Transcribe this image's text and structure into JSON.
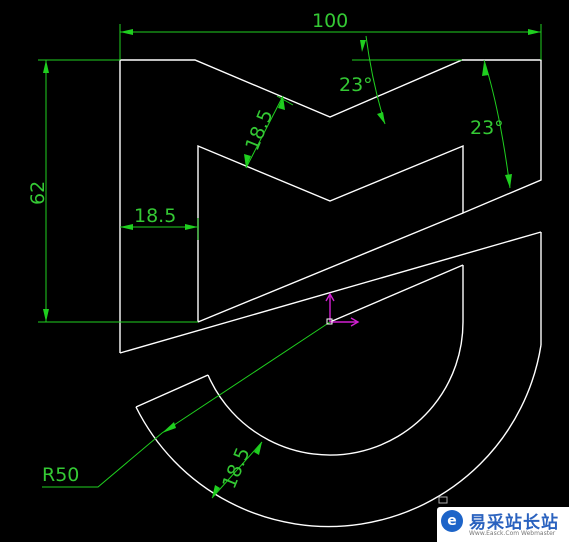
{
  "drawing": {
    "dimensions": {
      "width_overall": "100",
      "height_overall": "62",
      "left_width": "18.5",
      "diagonal_thickness": "18.5",
      "arc_thickness": "18.5",
      "angle_top": "23°",
      "angle_right": "23°",
      "radius": "R50"
    },
    "colors": {
      "outline": "#ffffff",
      "dimension": "#1fcf1f",
      "ucs_axis": "#d21fd2",
      "background": "#000000"
    }
  },
  "watermark": {
    "icon_letter": "e",
    "title": "易采站长站",
    "subtitle": "Www.Easck.Com Webmaster"
  }
}
